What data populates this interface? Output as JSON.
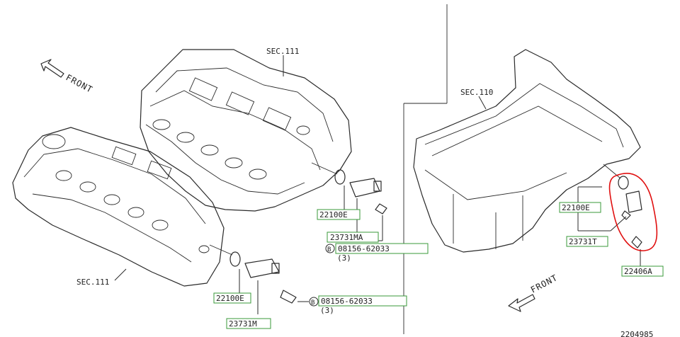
{
  "labels": {
    "sec111_top": "SEC.111",
    "sec111_bottom": "SEC.111",
    "sec110": "SEC.110",
    "front_left": "FRONT",
    "front_right": "FRONT",
    "part_22100e_a": "22100E",
    "part_23731ma": "23731MA",
    "bolt_a_code": "08156-62033",
    "bolt_a_qty": "(3)",
    "part_22100e_b": "22100E",
    "part_23731m": "23731M",
    "bolt_b_code": "08156-62033",
    "bolt_b_qty": "(3)",
    "part_22100e_c": "22100E",
    "part_23731t": "23731T",
    "part_22406a": "22406A",
    "bolt_marker": "B",
    "corner_code": "2204985"
  },
  "colors": {
    "label_box_border": "#3a9a3a",
    "annotation_circle": "#e01010",
    "line": "#2a2a2a"
  },
  "icons": {
    "front_arrow_left": "front-arrow-icon",
    "front_arrow_right": "front-arrow-icon"
  }
}
